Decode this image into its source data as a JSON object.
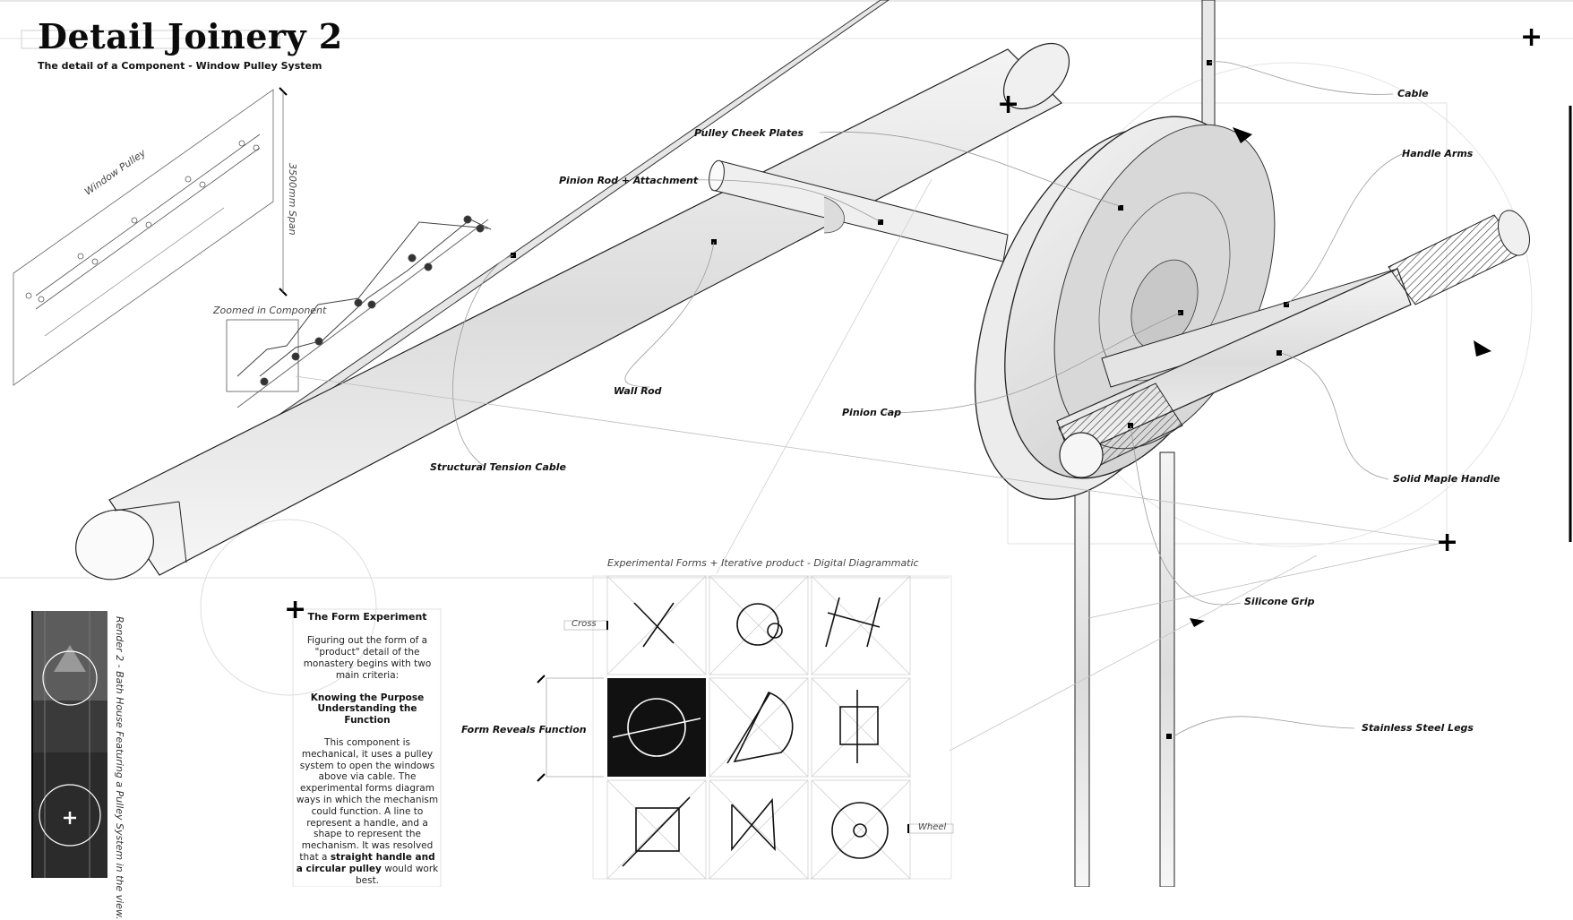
{
  "header": {
    "title": "Detail Joinery 2",
    "subtitle": "The detail of a Component - Window Pulley System"
  },
  "overview": {
    "label": "Window Pulley",
    "span_label": "3500mm Span",
    "zoom_label": "Zoomed in Component"
  },
  "callouts": {
    "pulley_cheek_plates": "Pulley Cheek Plates",
    "pinion_rod": "Pinion Rod + Attachment",
    "wall_rod": "Wall Rod",
    "pinion_cap": "Pinion Cap",
    "structural_tension_cable": "Structural Tension Cable",
    "cable": "Cable",
    "handle_arms": "Handle Arms",
    "solid_maple_handle": "Solid Maple Handle",
    "silicone_grip": "Silicone Grip",
    "stainless_steel_legs": "Stainless Steel Legs"
  },
  "render": {
    "caption": "Render 2 - Bath House Featuring a Pulley System in the view."
  },
  "text_panel": {
    "heading": "The Form Experiment",
    "intro": "Figuring out the form of a \"product\" detail of the monastery begins with two main criteria:",
    "criteria_1": "Knowing the Purpose",
    "criteria_2": "Understanding the Function",
    "body": "This component is mechanical, it uses a pulley system to open the windows above via cable. The experimental forms diagram ways in which the mechanism could function. A line to represent a handle, and a shape to represent the mechanism. It was resolved that a",
    "bold_1": "straight handle and a circular pulley",
    "tail": "would work best."
  },
  "forms": {
    "title": "Experimental Forms + Iterative product - Digital Diagrammatic",
    "cross_label": "Cross",
    "wheel_label": "Wheel",
    "row_label": "Form Reveals Function"
  }
}
